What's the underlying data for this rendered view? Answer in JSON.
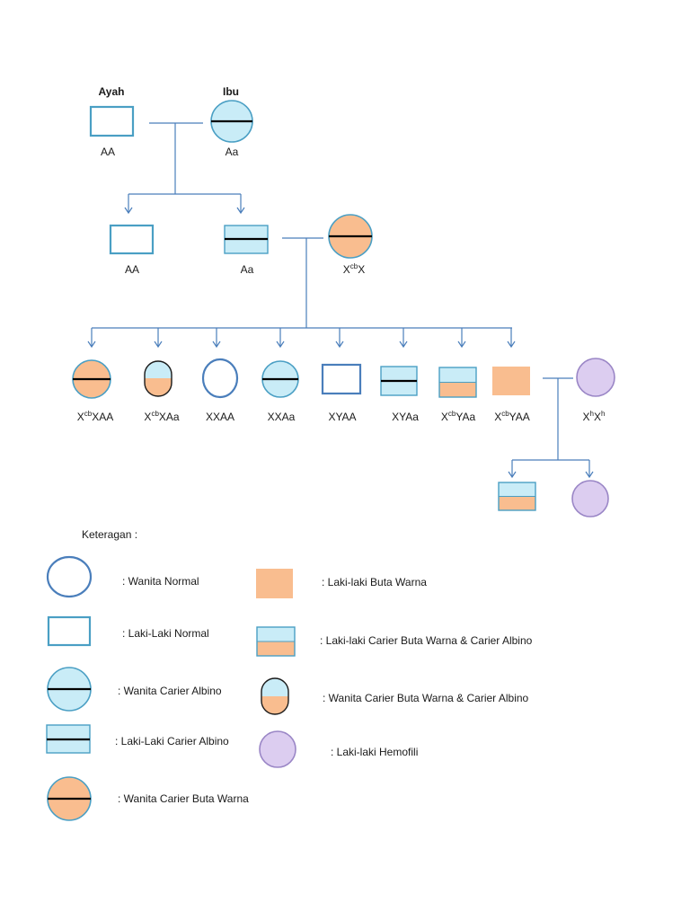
{
  "labels": {
    "father_title": "Ayah",
    "mother_title": "Ibu",
    "father_geno": "AA",
    "mother_geno": "Aa",
    "g2_child1_geno": "AA",
    "g2_child2_geno": "Aa",
    "g2_spouse_geno_base": "X",
    "g2_spouse_geno_sup": "cb",
    "g2_spouse_geno_rest": "X"
  },
  "gen3": [
    {
      "base": "X",
      "sup": "cb",
      "rest": "XAA"
    },
    {
      "base": "X",
      "sup": "cb",
      "rest": "XAa"
    },
    {
      "base": "XXAA",
      "sup": "",
      "rest": ""
    },
    {
      "base": "XXAa",
      "sup": "",
      "rest": ""
    },
    {
      "base": "XYAA",
      "sup": "",
      "rest": ""
    },
    {
      "base": "XYAa",
      "sup": "",
      "rest": ""
    },
    {
      "base": "X",
      "sup": "cb",
      "rest": "YAa"
    },
    {
      "base": "X",
      "sup": "cb",
      "rest": "YAA"
    }
  ],
  "gen3_spouse": {
    "a": "X",
    "a_sup": "h",
    "b": "X",
    "b_sup": "h"
  },
  "legend": {
    "title": "Keteragan :",
    "items": [
      {
        "symbol": "female-normal",
        "text": ": Wanita Normal"
      },
      {
        "symbol": "male-normal",
        "text": ": Laki-Laki Normal"
      },
      {
        "symbol": "female-carrier-albino",
        "text": ": Wanita Carier Albino"
      },
      {
        "symbol": "male-carrier-albino",
        "text": ": Laki-Laki Carier Albino"
      },
      {
        "symbol": "female-carrier-colorblind",
        "text": ": Wanita Carier Buta Warna"
      },
      {
        "symbol": "male-colorblind",
        "text": ": Laki-laki Buta Warna"
      },
      {
        "symbol": "male-carrier-colorblind-albino",
        "text": ": Laki-laki Carier Buta Warna & Carier Albino"
      },
      {
        "symbol": "female-carrier-colorblind-albino",
        "text": ": Wanita Carier Buta Warna & Carier Albino"
      },
      {
        "symbol": "male-hemophilia",
        "text": ": Laki-laki Hemofili"
      }
    ]
  },
  "colors": {
    "line": "#4a7ebb",
    "light_blue": "#c9ecf7",
    "orange": "#f9bd8f",
    "lavender": "#dccdf0",
    "lavender_stroke": "#9a86c6",
    "stroke_blue": "#4a9fc4"
  }
}
